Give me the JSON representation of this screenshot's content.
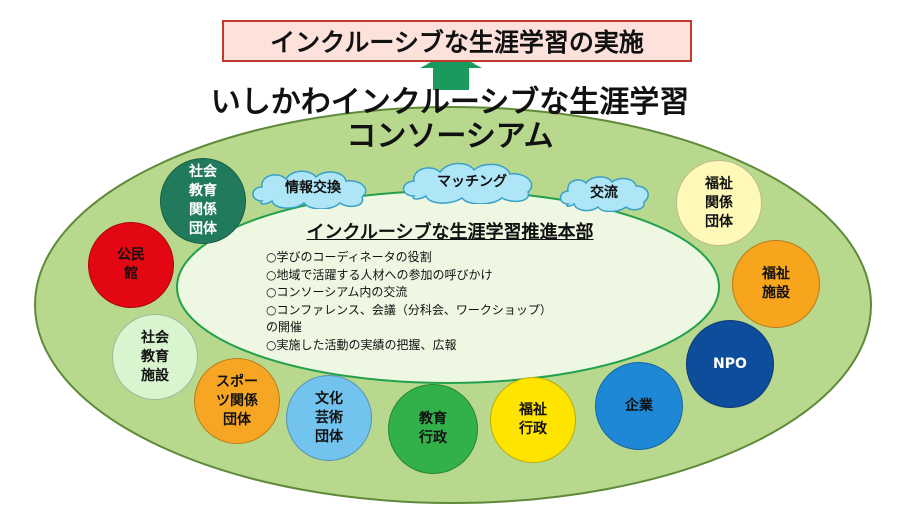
{
  "banner": "インクルーシブな生涯学習の実施",
  "title": {
    "line1": "いしかわインクルーシブな生涯学習",
    "line2": "コンソーシアム"
  },
  "clouds": [
    "情報交換",
    "マッチング",
    "交流"
  ],
  "hq": {
    "title": "インクルーシブな生涯学習推進本部",
    "items": [
      "○学びのコーディネータの役割",
      "○地域で活躍する人材への参加の呼びかけ",
      "○コンソーシアム内の交流",
      "○コンファレンス、会議（分科会、ワークショップ）",
      "の開催",
      "○実施した活動の実績の把握、広報"
    ]
  },
  "members": [
    {
      "label": "社会\n教育\n関係\n団体",
      "color": "#217a5c",
      "text_color": "#ffffff"
    },
    {
      "label": "公民\n館",
      "color": "#e30613",
      "text_color": "#111111"
    },
    {
      "label": "社会\n教育\n施設",
      "color": "#d8f5cf",
      "text_color": "#111111"
    },
    {
      "label": "スポー\nツ関係\n団体",
      "color": "#f6a623",
      "text_color": "#111111"
    },
    {
      "label": "文化\n芸術\n団体",
      "color": "#72c3ee",
      "text_color": "#111111"
    },
    {
      "label": "教育\n行政",
      "color": "#32b04a",
      "text_color": "#111111"
    },
    {
      "label": "福祉\n行政",
      "color": "#ffe400",
      "text_color": "#111111"
    },
    {
      "label": "企業",
      "color": "#1e88d6",
      "text_color": "#111111"
    },
    {
      "label": "NPO",
      "color": "#0e4c9c",
      "text_color": "#ffffff"
    },
    {
      "label": "福祉\n施設",
      "color": "#f7a51c",
      "text_color": "#111111"
    },
    {
      "label": "福祉\n関係\n団体",
      "color": "#fff9b8",
      "text_color": "#111111"
    }
  ],
  "colors": {
    "outer_ellipse": "#b7d88d",
    "inner_ellipse": "#eef7e1",
    "arrow": "#1a9a5c",
    "cloud": "#aee6f8"
  }
}
